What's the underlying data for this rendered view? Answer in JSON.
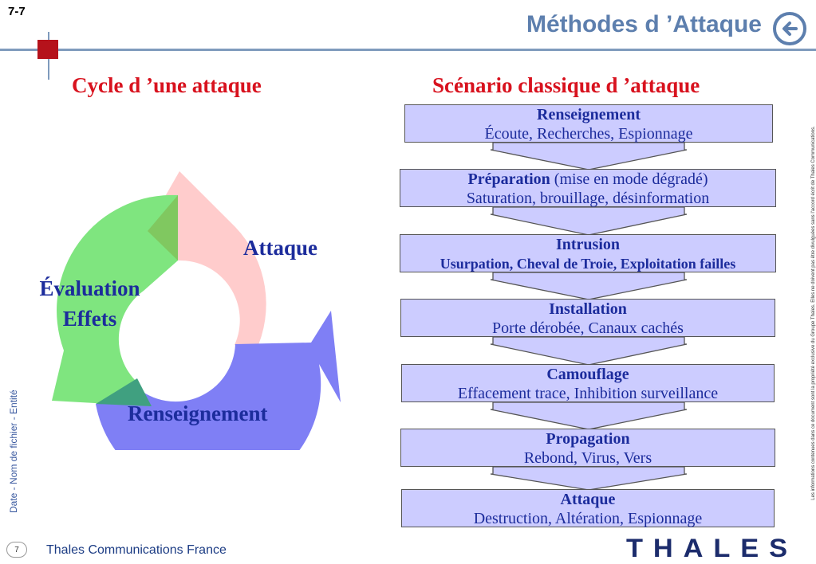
{
  "slide_number": "7-7",
  "title": "Méthodes d ’Attaque",
  "left_heading": "Cycle d ’une attaque",
  "right_heading": "Scénario classique d ’attaque",
  "cycle": {
    "attaque": "Attaque",
    "evaluation_line1": "Évaluation",
    "evaluation_line2": "Effets",
    "renseignement": "Renseignement",
    "colors": {
      "pink": "#ffcccc",
      "green": "#7fe57f",
      "blue": "#7f7ff5",
      "overlap_green": "#80c860",
      "overlap_teal": "#40a080"
    }
  },
  "steps": [
    {
      "title": "Renseignement",
      "title_suffix": "",
      "desc": "Écoute, Recherches, Espionnage",
      "desc_bold": false
    },
    {
      "title": "Préparation",
      "title_suffix": " (mise en mode dégradé)",
      "desc": "Saturation, brouillage, désinformation",
      "desc_bold": false
    },
    {
      "title": "Intrusion",
      "title_suffix": "",
      "desc": "Usurpation, Cheval de Troie, Exploitation failles",
      "desc_bold": true
    },
    {
      "title": "Installation",
      "title_suffix": "",
      "desc": "Porte dérobée, Canaux cachés",
      "desc_bold": false
    },
    {
      "title": "Camouflage",
      "title_suffix": "",
      "desc": "Effacement trace, Inhibition surveillance",
      "desc_bold": false
    },
    {
      "title": "Propagation",
      "title_suffix": "",
      "desc": "Rebond, Virus, Vers",
      "desc_bold": false
    },
    {
      "title": "Attaque",
      "title_suffix": "",
      "desc": "Destruction, Altération, Espionnage",
      "desc_bold": false
    }
  ],
  "side_text": "Date - Nom de fichier - Entité",
  "legal_text": "Les informations contenues dans ce document sont la propriété exclusive du Groupe Thales. Elles ne doivent pas être divulguées sans l'accord écrit de Thales Communications.",
  "page_number": "7",
  "company": "Thales Communications France",
  "logo_text": "THALES",
  "back_icon": "arrow-left-circle-icon",
  "colors": {
    "title_blue": "#5d7fae",
    "heading_red": "#d8121e",
    "label_navy": "#1c2c9c",
    "step_fill": "#ccccff",
    "logo": "#1c2c6c"
  }
}
